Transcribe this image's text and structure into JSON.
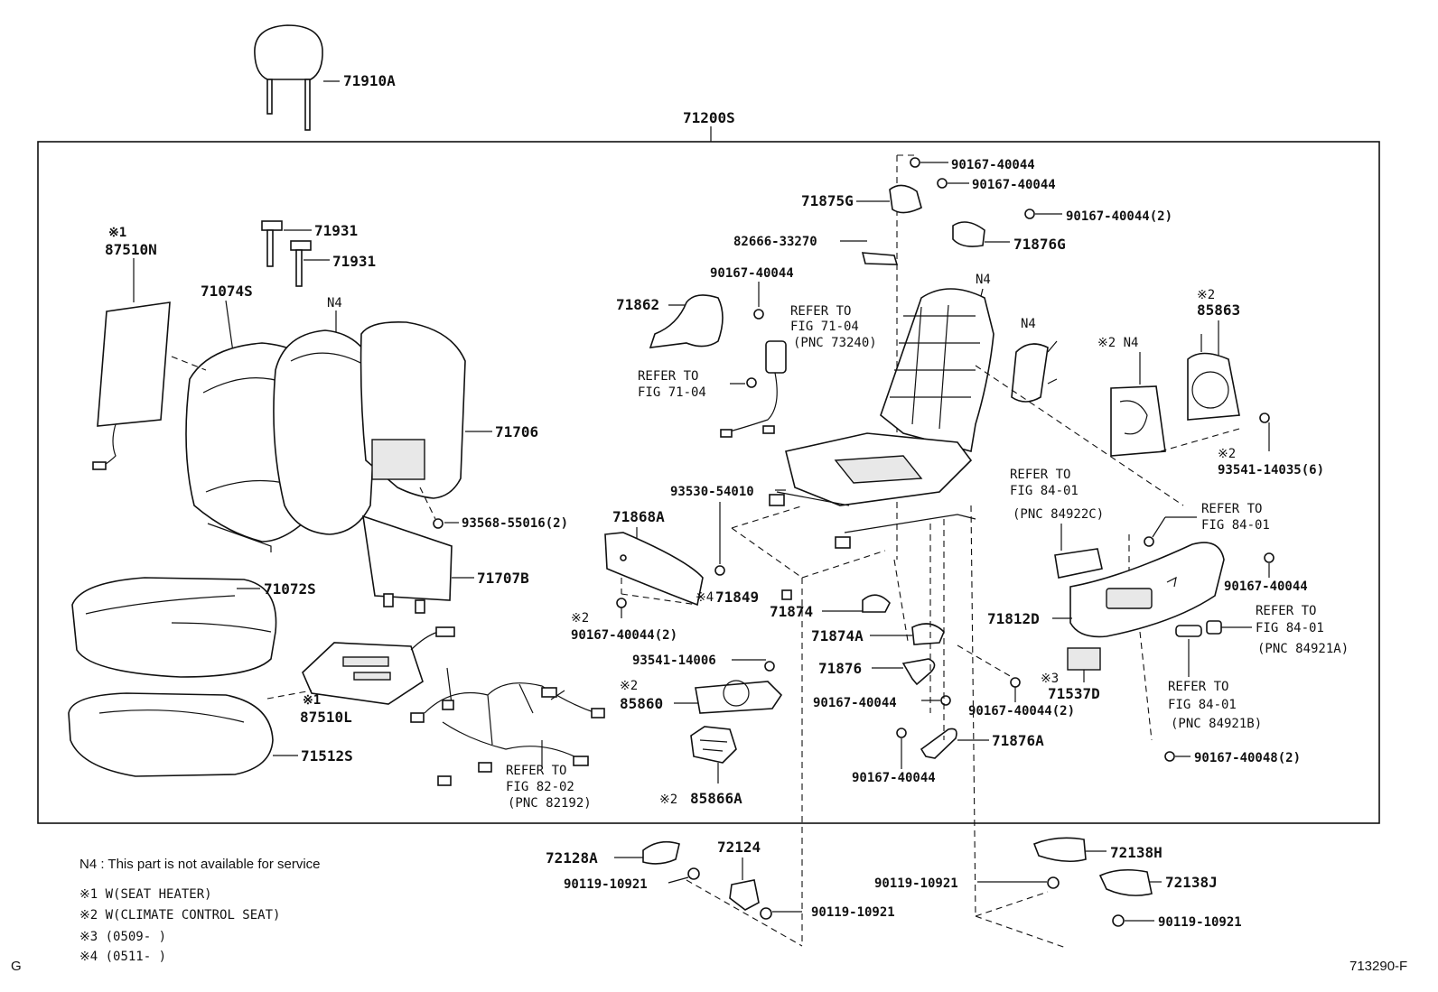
{
  "diagram": {
    "figure_code": "713290-F",
    "corner_mark": "G",
    "assembly_number": "71200S",
    "parts": {
      "p71910A": "71910A",
      "p87510N_mark": "※1",
      "p87510N": "87510N",
      "p71931a": "71931",
      "p71931b": "71931",
      "p71074S": "71074S",
      "n4_back": "N4",
      "p71706": "71706",
      "p93568": "93568-55016(2)",
      "p71707B": "71707B",
      "p71072S": "71072S",
      "p87510L_mark": "※1",
      "p87510L": "87510L",
      "p71512S": "71512S",
      "p82192_ref1": "REFER TO",
      "p82192_ref2": "FIG 82-02",
      "p82192_ref3": "(PNC 82192)",
      "p90167_top1": "90167-40044",
      "p90167_top2": "90167-40044",
      "p90167_top3": "90167-40044(2)",
      "p71875G": "71875G",
      "p71876G": "71876G",
      "p82666": "82666-33270",
      "p90167_862": "90167-40044",
      "p71862": "71862",
      "ref7104_1": "REFER TO",
      "ref7104_2": "FIG 71-04",
      "ref7104_3": "(PNC 73240)",
      "ref7104b_1": "REFER TO",
      "ref7104b_2": "FIG 71-04",
      "n4_frame": "N4",
      "n4_side": "N4",
      "x2_n4": "※2 N4",
      "x2_85863": "※2",
      "p85863": "85863",
      "x2_93541": "※2",
      "p93541_35": "93541-14035(6)",
      "p93530": "93530-54010",
      "p71868A": "71868A",
      "x4_71849": "※4",
      "p71849": "71849",
      "x2_90167": "※2",
      "p90167_2": "90167-40044(2)",
      "p71874": "71874",
      "p71874A": "71874A",
      "p71876": "71876",
      "p90167_876": "90167-40044",
      "p90167_mid2": "90167-40044(2)",
      "p71876A": "71876A",
      "p90167_bot": "90167-40044",
      "p93541_06": "93541-14006",
      "x2_85860": "※2",
      "p85860": "85860",
      "x2_85866A": "※2",
      "p85866A": "85866A",
      "ref8401a_1": "REFER TO",
      "ref8401a_2": "FIG 84-01",
      "ref8401a_3": "(PNC 84922C)",
      "ref8401b_1": "REFER TO",
      "ref8401b_2": "FIG 84-01",
      "p71812D": "71812D",
      "p90167_812": "90167-40044",
      "ref8401c_1": "REFER TO",
      "ref8401c_2": "FIG 84-01",
      "ref8401c_3": "(PNC 84921A)",
      "x3_71537D": "※3",
      "p71537D": "71537D",
      "ref8401d_1": "REFER TO",
      "ref8401d_2": "FIG 84-01",
      "ref8401d_3": "(PNC 84921B)",
      "p90167_48": "90167-40048(2)",
      "p72128A": "72128A",
      "p90119_a": "90119-10921",
      "p72124": "72124",
      "p90119_b": "90119-10921",
      "p90119_c": "90119-10921",
      "p72138H": "72138H",
      "p72138J": "72138J",
      "p90119_d": "90119-10921"
    },
    "notes": {
      "n4": "N4 : This part is not available for service",
      "x1": "※1  W(SEAT HEATER)",
      "x2": "※2  W(CLIMATE CONTROL SEAT)",
      "x3": "※3 (0509-      )",
      "x4": "※4 (0511-      )"
    }
  }
}
